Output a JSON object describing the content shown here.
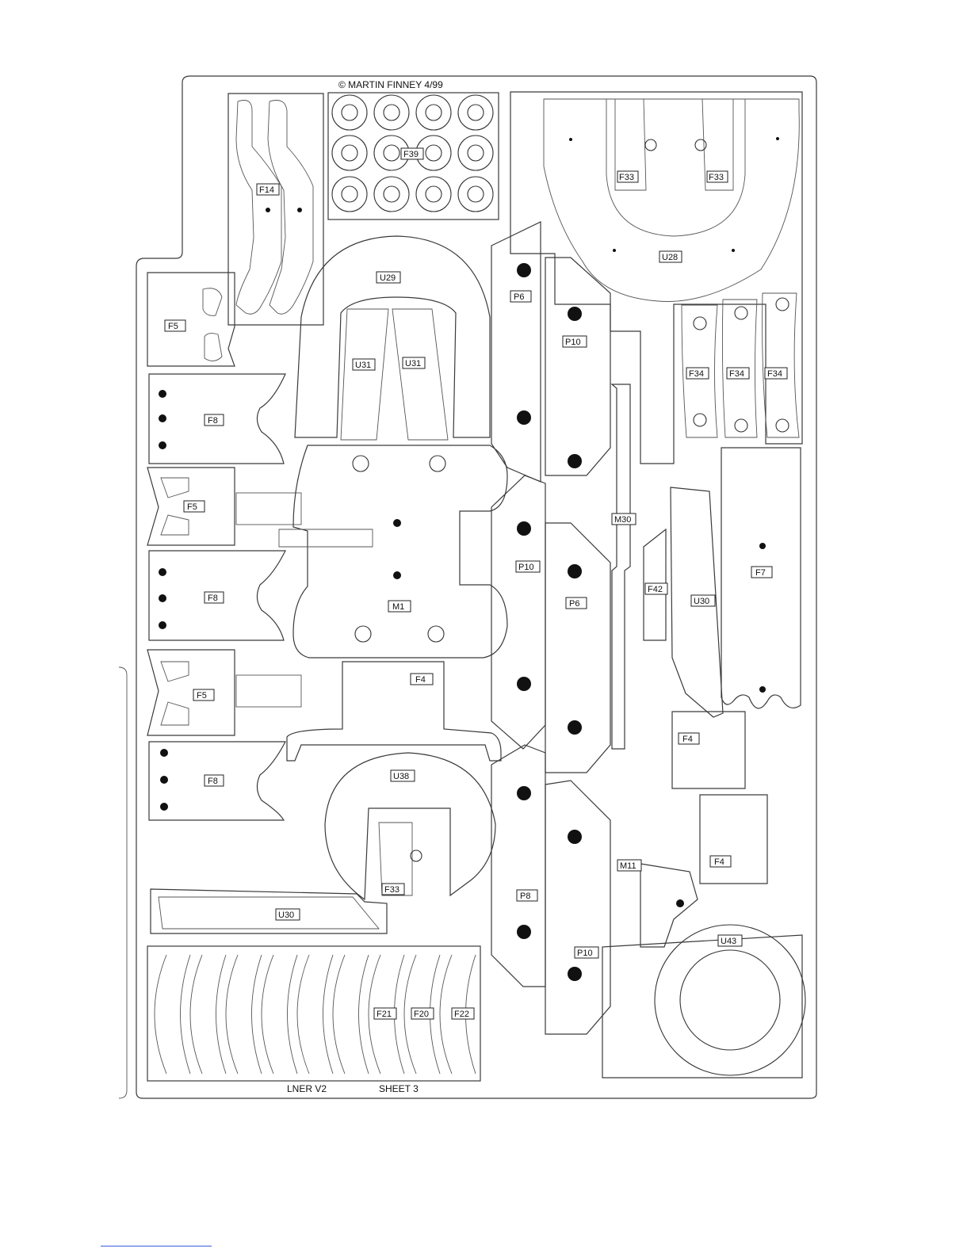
{
  "copyright": "©  MARTIN FINNEY 4/99",
  "sheet_title": "LNER V2",
  "sheet_number": "SHEET 3",
  "parts": {
    "f14": "F14",
    "f39": "F39",
    "f33_a": "F33",
    "f33_b": "F33",
    "u28": "U28",
    "f5_a": "F5",
    "u29": "U29",
    "p6_a": "P6",
    "p10_a": "P10",
    "u31_a": "U31",
    "u31_b": "U31",
    "f34_a": "F34",
    "f34_b": "F34",
    "f34_c": "F34",
    "f8_a": "F8",
    "f5_b": "F5",
    "m30": "M30",
    "p10_b": "P10",
    "f42": "F42",
    "u30_a": "U30",
    "f7": "F7",
    "f8_b": "F8",
    "m1": "M1",
    "p6_b": "P6",
    "f4_a": "F4",
    "f5_c": "F5",
    "f4_b": "F4",
    "f8_c": "F8",
    "u38": "U38",
    "m11": "M11",
    "f4_c": "F4",
    "f33_c": "F33",
    "p8": "P8",
    "u30_b": "U30",
    "u43": "U43",
    "p10_c": "P10",
    "f21": "F21",
    "f20": "F20",
    "f22": "F22"
  }
}
